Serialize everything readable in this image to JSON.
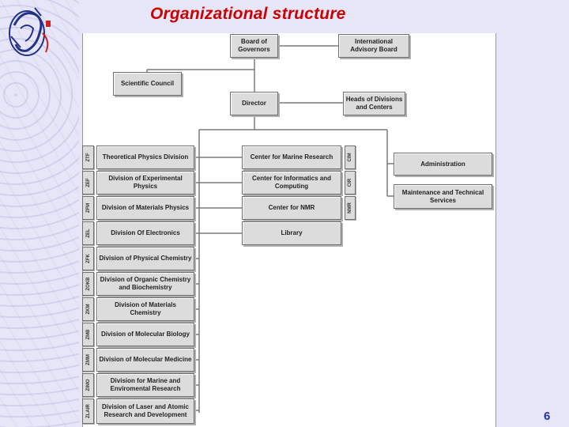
{
  "slide": {
    "title": "Organizational structure",
    "page_number": "6"
  },
  "chart": {
    "board_of_governors": "Board of Governors",
    "advisory_board": "International Advisory Board",
    "scientific_council": "Scientific Council",
    "director": "Director",
    "heads": "Heads of Divisions and Centers",
    "administration": "Administration",
    "maintenance": "Maintenance and Technical Services",
    "divisions": [
      {
        "code": "ZTF",
        "name": "Theoretical Physics Division"
      },
      {
        "code": "ZEF",
        "name": "Division of Experimental Physics"
      },
      {
        "code": "ZFM",
        "name": "Division of Materials Physics"
      },
      {
        "code": "ZEL",
        "name": "Division Of Electronics"
      },
      {
        "code": "ZFK",
        "name": "Division of Physical Chemistry"
      },
      {
        "code": "ZOKB",
        "name": "Division of Organic Chemistry and Biochemistry"
      },
      {
        "code": "ZKM",
        "name": "Division of Materials Chemistry"
      },
      {
        "code": "ZMB",
        "name": "Division of Molecular Biology"
      },
      {
        "code": "ZMM",
        "name": "Division of Molecular Medicine"
      },
      {
        "code": "ZIMO",
        "name": "Division for Marine and Enviromental Research"
      },
      {
        "code": "ZLAIR",
        "name": "Division of Laser and Atomic Research and Development"
      }
    ],
    "centers": [
      {
        "code": "CIM",
        "name": "Center for Marine Research"
      },
      {
        "code": "CIR",
        "name": "Center for Informatics and Computing"
      },
      {
        "code": "NMR",
        "name": "Center for NMR"
      },
      {
        "code": "",
        "name": "Library"
      }
    ]
  },
  "colors": {
    "title": "#cc0000",
    "page_number": "#2233aa",
    "background": "#e6e6f8",
    "box_fill": "#dcdcdc"
  }
}
